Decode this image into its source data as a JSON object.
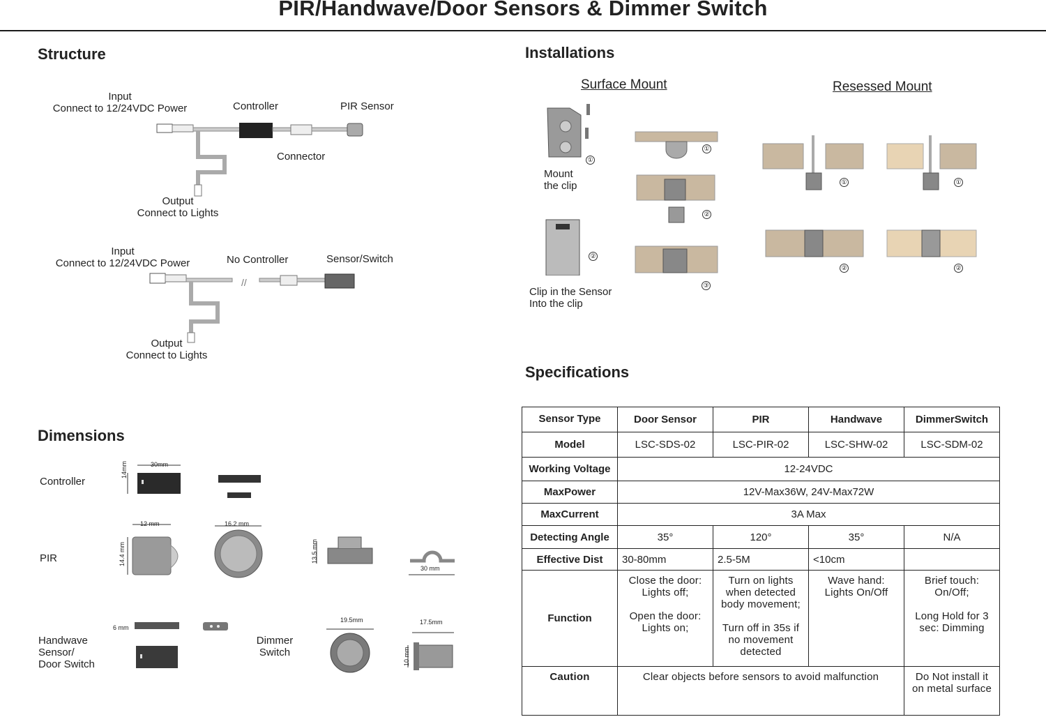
{
  "title": "PIR/Handwave/Door Sensors & Dimmer Switch",
  "structure": {
    "heading": "Structure",
    "d1": {
      "input_line1": "Input",
      "input_line2": "Connect to 12/24VDC Power",
      "controller": "Controller",
      "pir_sensor": "PIR Sensor",
      "connector": "Connector",
      "output_line1": "Output",
      "output_line2": "Connect to Lights"
    },
    "d2": {
      "input_line1": "Input",
      "input_line2": "Connect to 12/24VDC Power",
      "no_controller": "No Controller",
      "sensor_switch": "Sensor/Switch",
      "output_line1": "Output",
      "output_line2": "Connect to Lights"
    }
  },
  "dimensions": {
    "heading": "Dimensions",
    "controller_label": "Controller",
    "controller_width": "30mm",
    "controller_height": "14mm",
    "pir_label": "PIR",
    "pir_length": "12 mm",
    "pir_height": "14.4 mm",
    "pir_diameter": "16.2 mm",
    "clip_height": "13.5 mm",
    "clip_width": "30 mm",
    "handwave_line1": "Handwave",
    "handwave_line2": "Sensor/",
    "handwave_line3": "Door Switch",
    "handwave_thickness": "6 mm",
    "dimmer_line1": "Dimmer",
    "dimmer_line2": "Switch",
    "dimmer_diameter": "19.5mm",
    "dimmer_width": "17.5mm",
    "dimmer_height": "10 mm"
  },
  "installations": {
    "heading": "Installations",
    "surface_mount": "Surface Mount",
    "recessed_mount": "Resessed Mount",
    "mount_clip_line1": "Mount",
    "mount_clip_line2": "the clip",
    "clip_sensor_line1": "Clip in the Sensor",
    "clip_sensor_line2": "Into the clip",
    "step1": "①",
    "step2": "②",
    "step3": "③"
  },
  "specifications": {
    "heading": "Specifications",
    "header_label": "Sensor Type",
    "columns": [
      "Door Sensor",
      "PIR",
      "Handwave",
      "DimmerSwitch"
    ],
    "model_label": "Model",
    "models": [
      "LSC-SDS-02",
      "LSC-PIR-02",
      "LSC-SHW-02",
      "LSC-SDM-02"
    ],
    "voltage_label": "Working Voltage",
    "voltage": "12-24VDC",
    "power_label": "MaxPower",
    "power": "12V-Max36W, 24V-Max72W",
    "current_label": "MaxCurrent",
    "current": "3A Max",
    "angle_label": "Detecting Angle",
    "angles": [
      "35°",
      "120°",
      "35°",
      "N/A"
    ],
    "dist_label": "Effective Dist",
    "dists": [
      "30-80mm",
      "2.5-5M",
      "<10cm",
      ""
    ],
    "function_label": "Function",
    "func_door_a1": "Close the door:",
    "func_door_a2": "Lights off;",
    "func_door_b1": "Open the door:",
    "func_door_b2": "Lights on;",
    "func_pir_a1": "Turn on lights",
    "func_pir_a2": "when detected",
    "func_pir_a3": "body movement;",
    "func_pir_b1": "Turn off in 35s if",
    "func_pir_b2": "no movement",
    "func_pir_b3": "detected",
    "func_hw1": "Wave hand:",
    "func_hw2": "Lights On/Off",
    "func_dim_a1": "Brief touch:",
    "func_dim_a2": "On/Off;",
    "func_dim_b1": "Long Hold for 3",
    "func_dim_b2": "sec: Dimming",
    "caution_label": "Caution",
    "caution_main": "Clear objects before sensors to avoid malfunction",
    "caution_dim1": "Do Not install it",
    "caution_dim2": "on metal surface"
  }
}
